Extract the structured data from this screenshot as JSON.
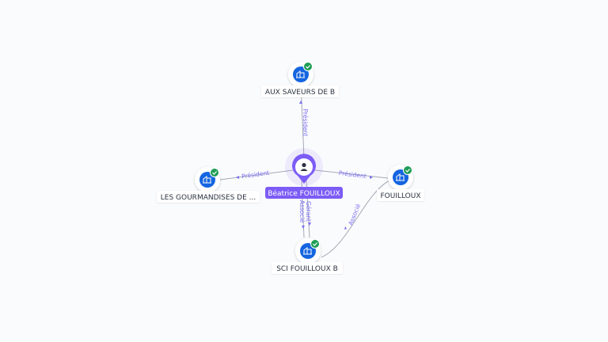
{
  "colors": {
    "person_accent": "#7c5cf6",
    "company_icon": "#1565e0",
    "verified_badge": "#1f9d55",
    "edge_line": "#a4aab5",
    "edge_label": "#7a6df2"
  },
  "person": {
    "name": "Béatrice FOUILLOUX",
    "icon": "person-icon"
  },
  "companies": [
    {
      "id": "top",
      "name": "AUX SAVEURS DE B",
      "icon": "building-icon",
      "verified": true
    },
    {
      "id": "left",
      "name": "LES GOURMANDISES DE ...",
      "icon": "building-icon",
      "verified": true
    },
    {
      "id": "right",
      "name": "FOUILLOUX",
      "icon": "building-icon",
      "verified": true
    },
    {
      "id": "bottom",
      "name": "SCI FOUILLOUX B",
      "icon": "building-icon",
      "verified": true
    }
  ],
  "relations": {
    "to_top": "Président",
    "to_left": "Président",
    "to_right": "Président",
    "to_bottom_a": "Gérant",
    "to_bottom_b": "Associé",
    "bottom_to_right": "Associé"
  }
}
